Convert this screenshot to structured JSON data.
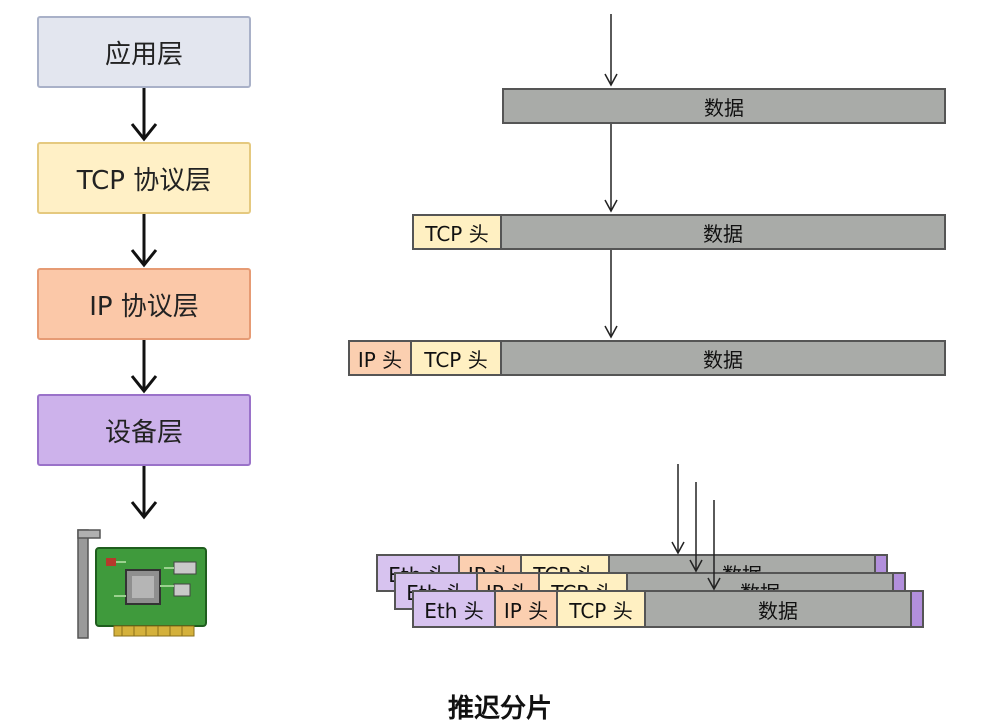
{
  "layers": [
    {
      "label": "应用层",
      "color": "#e3e6ef",
      "border": "#a9b1c8"
    },
    {
      "label": "TCP 协议层",
      "color": "#fff0c6",
      "border": "#e5c97f"
    },
    {
      "label": "IP 协议层",
      "color": "#fbc8a8",
      "border": "#e69b74"
    },
    {
      "label": "设备层",
      "color": "#cdb2eb",
      "border": "#9a72c9"
    }
  ],
  "packets": {
    "data_label": "数据",
    "tcp_header": "TCP 头",
    "ip_header": "IP 头",
    "eth_header": "Eth 头"
  },
  "caption": "推迟分片",
  "icons": {
    "nic": "network-card-icon"
  }
}
